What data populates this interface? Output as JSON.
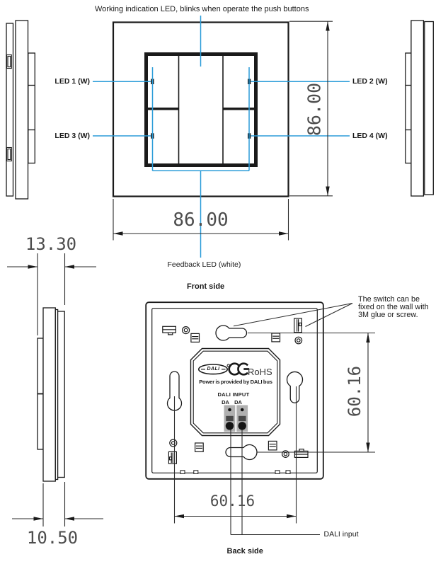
{
  "colors": {
    "annotation_blue": "#2b9cd8",
    "line": "#1a1a1a",
    "dim_text": "#4d4d4d",
    "terminal_gray": "#b0b0b0"
  },
  "front_view": {
    "working_led_note": "Working indication LED, blinks when operate the push buttons",
    "led1_label": "LED 1 (W)",
    "led2_label": "LED 2 (W)",
    "led3_label": "LED 3 (W)",
    "led4_label": "LED 4 (W)",
    "feedback_led_note": "Feedback LED (white)",
    "caption": "Front side",
    "width_dim": "86.00",
    "height_dim": "86.00"
  },
  "side_view": {
    "total_depth_dim": "13.30",
    "base_depth_dim": "10.50"
  },
  "back_view": {
    "caption": "Back side",
    "wall_mount_note": "The switch can be\nfixed on the wall with\n3M glue or screw.",
    "hole_spacing_vertical_dim": "60.16",
    "hole_spacing_horizontal_dim": "60.16",
    "dali_logo": "DALI",
    "rohs_label": "RoHS",
    "power_note": "Power is provided by DALI bus",
    "dali_input_header": "DALI INPUT",
    "da_terminal_left": "DA",
    "da_terminal_right": "DA",
    "dali_input_leader_label": "DALI input"
  }
}
